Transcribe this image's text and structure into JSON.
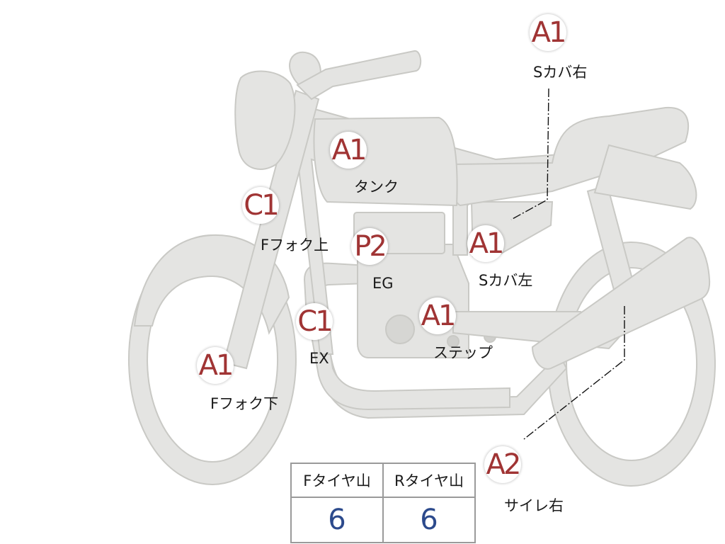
{
  "colors": {
    "body_fill": "#e4e4e2",
    "outline": "#c8c8c4",
    "marker_text": "#a03434",
    "value_text": "#2c4a8c"
  },
  "markers": [
    {
      "key": "side_cover_right",
      "code": "A1",
      "label": "Sカバ右"
    },
    {
      "key": "tank",
      "code": "A1",
      "label": "タンク"
    },
    {
      "key": "front_fork_upper",
      "code": "C1",
      "label": "Fフォク上"
    },
    {
      "key": "engine",
      "code": "P2",
      "label": "EG"
    },
    {
      "key": "side_cover_left",
      "code": "A1",
      "label": "Sカバ左"
    },
    {
      "key": "exhaust",
      "code": "C1",
      "label": "EX"
    },
    {
      "key": "step",
      "code": "A1",
      "label": "ステップ"
    },
    {
      "key": "front_fork_lower",
      "code": "A1",
      "label": "Fフォク下"
    },
    {
      "key": "silencer_right",
      "code": "A2",
      "label": "サイレ右"
    }
  ],
  "tire_table": {
    "headers": [
      "Fタイヤ山",
      "Rタイヤ山"
    ],
    "values": [
      "6",
      "6"
    ]
  }
}
